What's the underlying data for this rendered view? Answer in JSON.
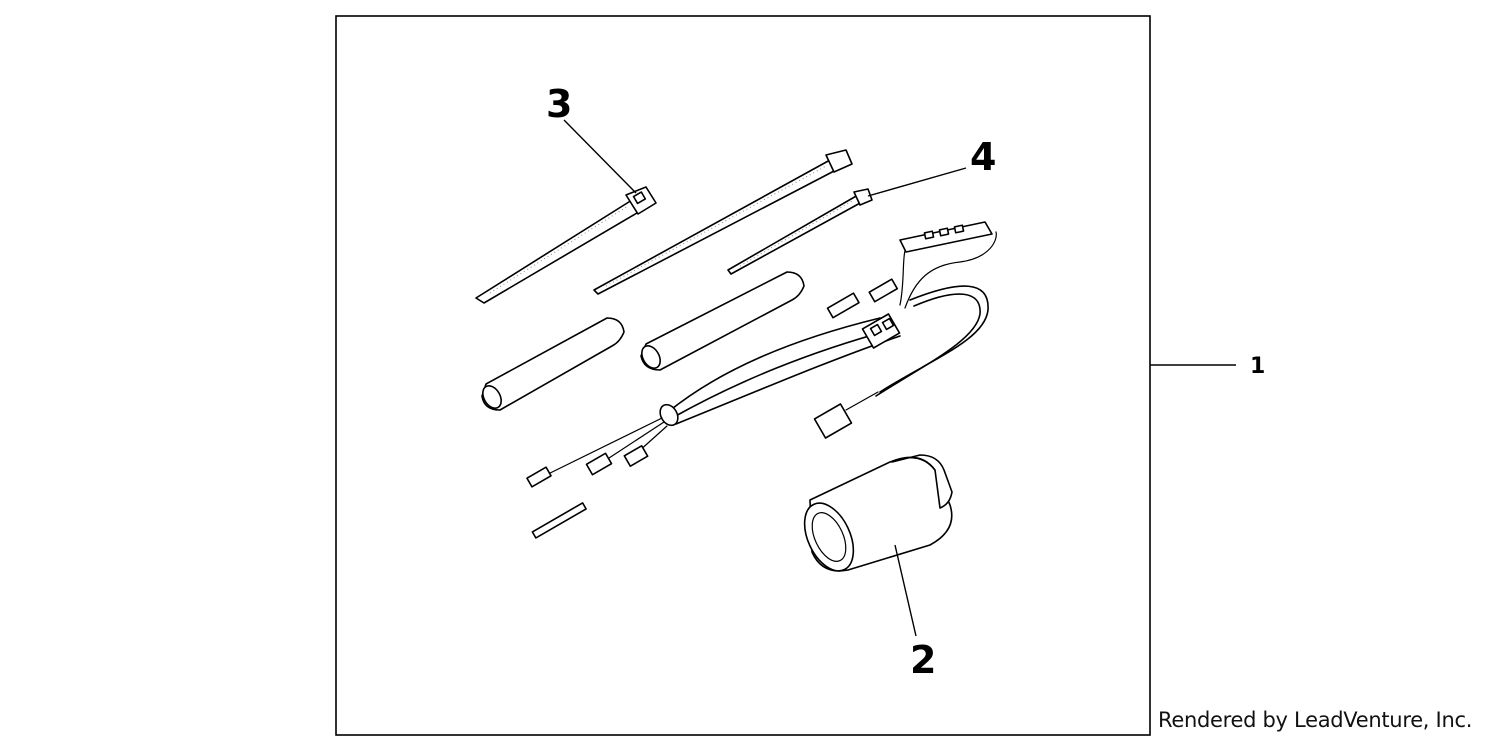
{
  "diagram": {
    "callouts": [
      {
        "id": "1",
        "label": "1"
      },
      {
        "id": "2",
        "label": "2"
      },
      {
        "id": "3",
        "label": "3"
      },
      {
        "id": "4",
        "label": "4"
      }
    ],
    "credit": "Rendered by LeadVenture, Inc."
  }
}
